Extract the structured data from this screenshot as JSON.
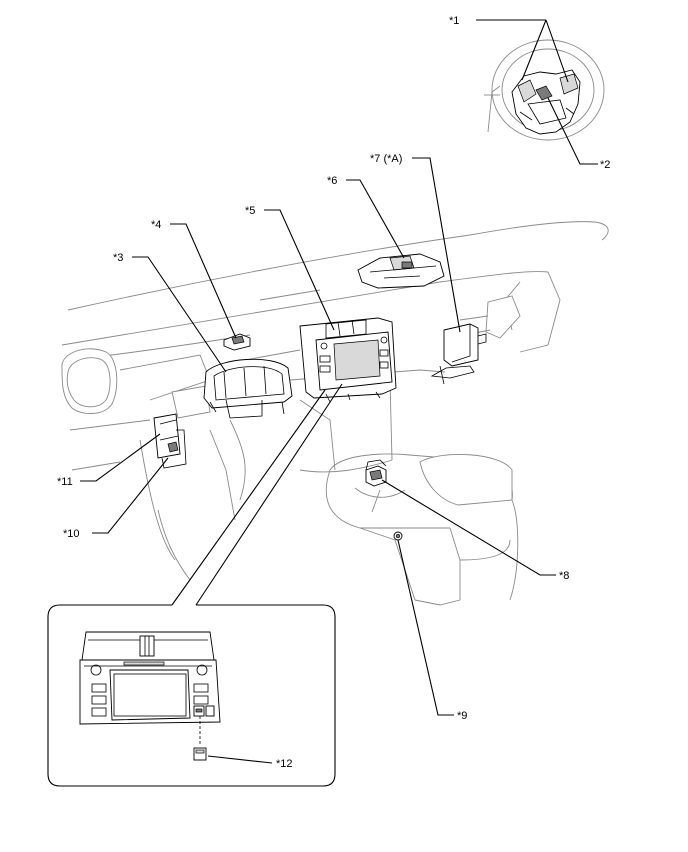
{
  "callouts": {
    "c1": "*1",
    "c2": "*2",
    "c3": "*3",
    "c4": "*4",
    "c5": "*5",
    "c6": "*6",
    "c7": "*7 (*A)",
    "c8": "*8",
    "c9": "*9",
    "c10": "*10",
    "c11": "*11",
    "c12": "*12"
  }
}
